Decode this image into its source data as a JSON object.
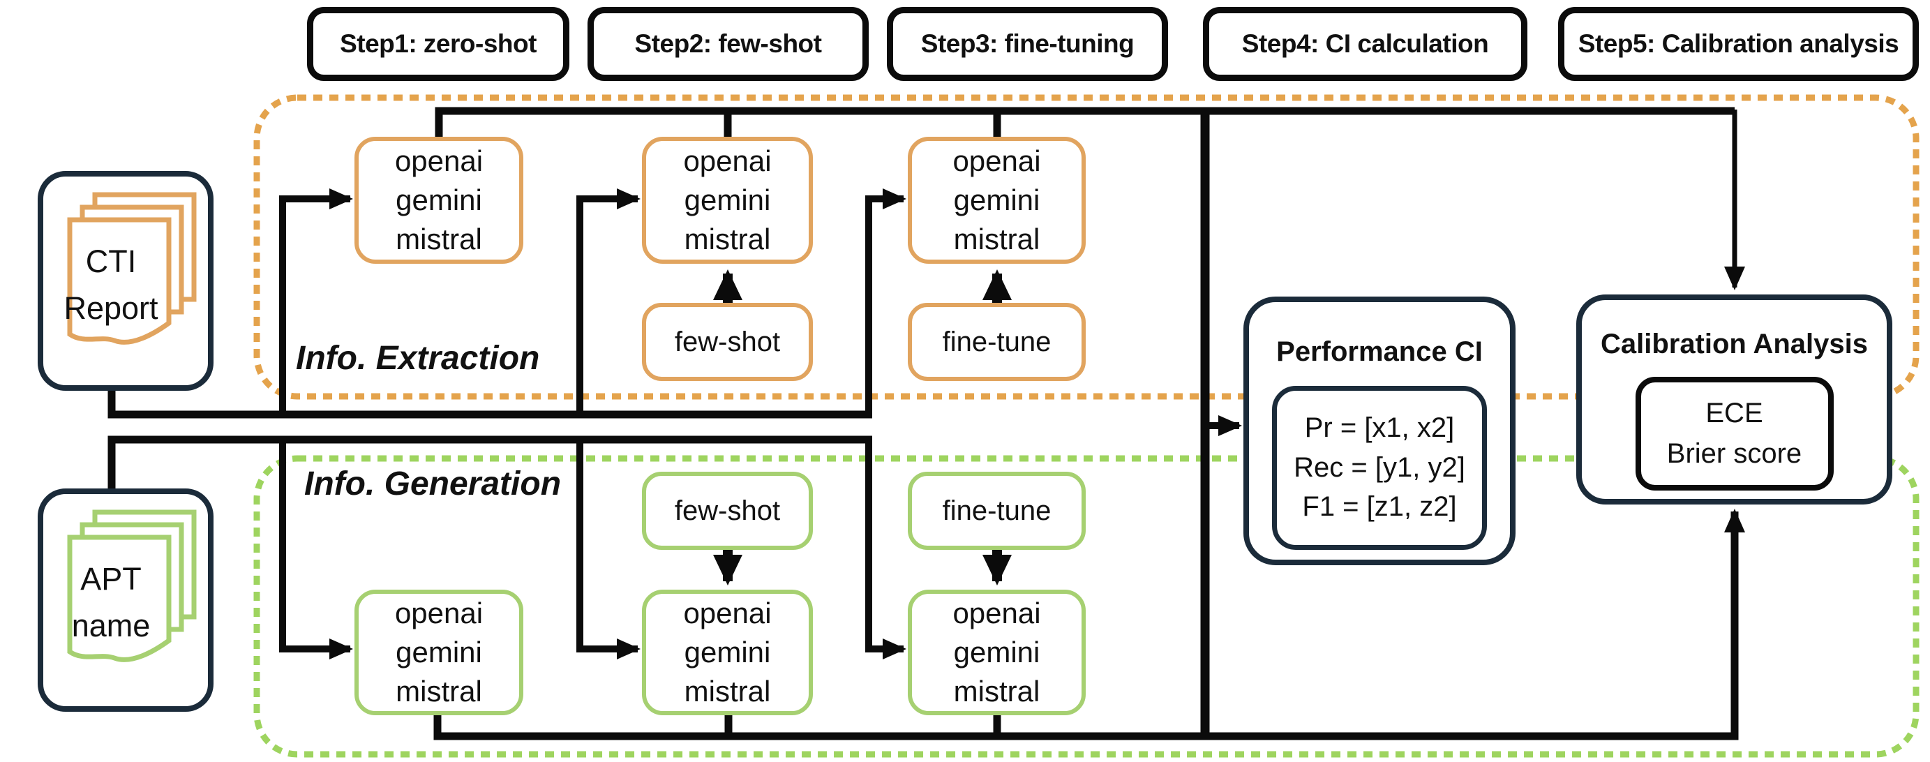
{
  "steps": [
    {
      "label": "Step1: zero-shot"
    },
    {
      "label": "Step2: few-shot"
    },
    {
      "label": "Step3: fine-tuning"
    },
    {
      "label": "Step4: CI calculation"
    },
    {
      "label": "Step5: Calibration analysis"
    }
  ],
  "sources": {
    "cti": {
      "line1": "CTI",
      "line2": "Report"
    },
    "apt": {
      "line1": "APT",
      "line2": "name"
    }
  },
  "extraction": {
    "label": "Info. Extraction",
    "model_box": {
      "line1": "openai",
      "line2": "gemini",
      "line3": "mistral"
    },
    "few_shot": "few-shot",
    "fine_tune": "fine-tune"
  },
  "generation": {
    "label": "Info. Generation",
    "model_box": {
      "line1": "openai",
      "line2": "gemini",
      "line3": "mistral"
    },
    "few_shot": "few-shot",
    "fine_tune": "fine-tune"
  },
  "performance_ci": {
    "title": "Performance CI",
    "pr": "Pr = [x1, x2]",
    "rec": "Rec = [y1, y2]",
    "f1": "F1 = [z1, z2]"
  },
  "calibration": {
    "title": "Calibration Analysis",
    "ece": "ECE",
    "brier": "Brier score"
  },
  "colors": {
    "extraction_accent": "#E1A45F",
    "extraction_dotted": "#E4A34C",
    "generation_accent": "#A6D071",
    "generation_dotted": "#9ED45F",
    "outline_navy": "#1B2B3A",
    "connector_black": "#0b0b0b"
  }
}
